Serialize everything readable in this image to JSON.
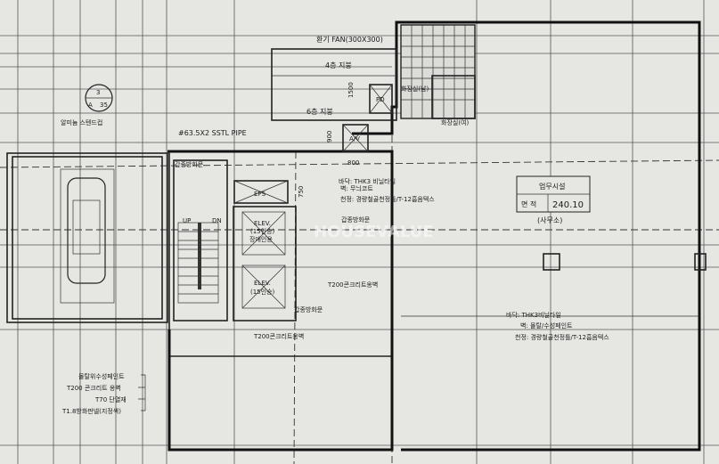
{
  "callout": {
    "number": "3",
    "sheet": "A",
    "page": "35"
  },
  "labels": {
    "stand_cup": "알미늄 스텐드컵",
    "pipe": "#63.5X2 SSTL PIPE",
    "fan": "환기 FAN(300X300)",
    "roof4": "4층 지붕",
    "roof6": "6층 지붕",
    "dim1500": "1500",
    "dim900": "900",
    "dim800": "800",
    "dim750": "750",
    "pd": "PD",
    "av": "A/V",
    "toilet_m": "화장실(남)",
    "toilet_f": "화장실(여)",
    "eps": "EPS",
    "up": "UP",
    "dn": "DN",
    "fire_door": "갑종방화문",
    "wall_t200": "T200콘크리트옹벽",
    "elev1": "ELEV.",
    "elev1_cap": "(15인승)",
    "elev1_note": "장애인용",
    "elev2": "ELEV.",
    "elev2_cap": "(15인승)"
  },
  "lobby_finish": {
    "floor": "바닥: THK3 비닐타일",
    "wall": "벽: 무늬코트",
    "ceiling": "천정: 경량철골천정틀/T-12흡음텍스"
  },
  "office_finish": {
    "floor": "바닥: THK3비닐타일",
    "wall": "벽: 몰탈/수성페인트",
    "ceiling": "천정: 경량철골천정틀/T-12흡음텍스"
  },
  "room_table": {
    "use": "업무시설",
    "area_label": "면 적",
    "area_value": "240.10",
    "type": "(사무소)"
  },
  "legend": [
    "몰탈위수성페인트",
    "T200 콘크리트 옹벽",
    "T70 단열재",
    "T1.8방화판넬(지정색)"
  ],
  "watermark": "HOUSEVALUE"
}
